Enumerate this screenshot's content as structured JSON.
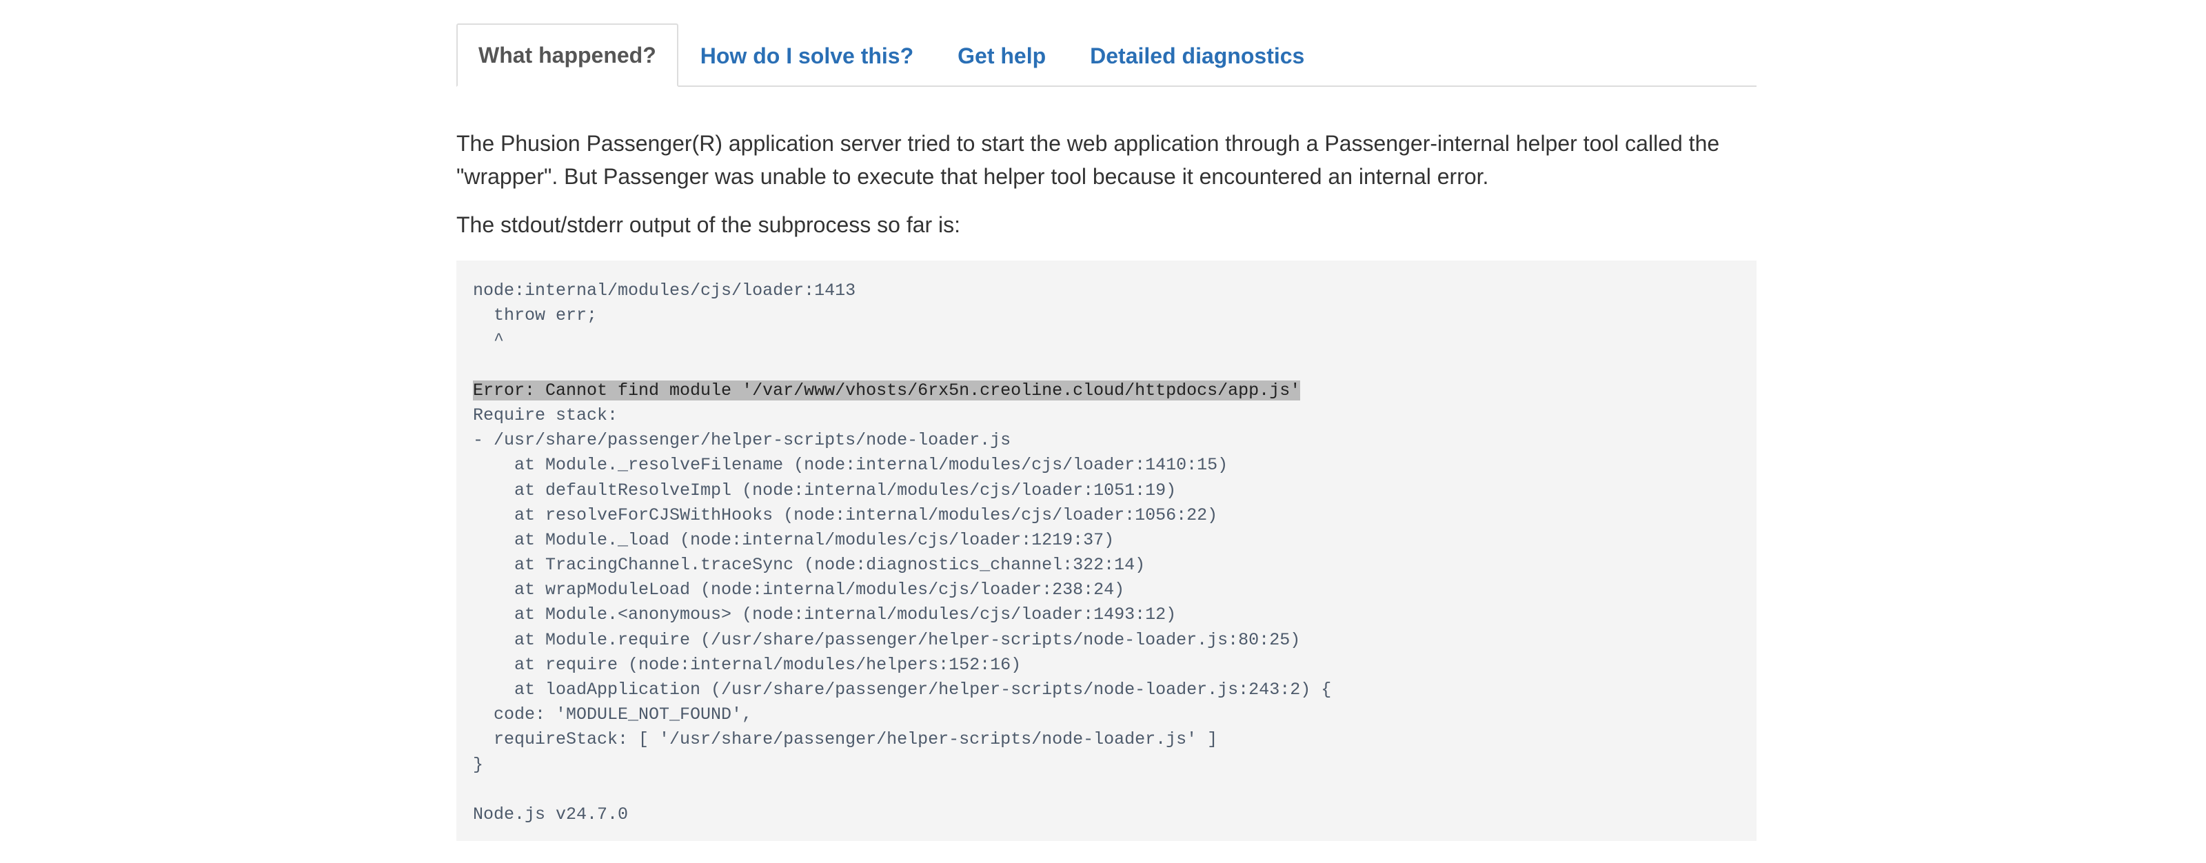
{
  "tabs": [
    {
      "label": "What happened?",
      "active": true
    },
    {
      "label": "How do I solve this?",
      "active": false
    },
    {
      "label": "Get help",
      "active": false
    },
    {
      "label": "Detailed diagnostics",
      "active": false
    }
  ],
  "content": {
    "intro": "The Phusion Passenger(R) application server tried to start the web application through a Passenger-internal helper tool called the \"wrapper\". But Passenger was unable to execute that helper tool because it encountered an internal error.",
    "subtitle": "The stdout/stderr output of the subprocess so far is:",
    "output_lines": [
      "node:internal/modules/cjs/loader:1413",
      "  throw err;",
      "  ^",
      "",
      "Error: Cannot find module '/var/www/vhosts/6rx5n.creoline.cloud/httpdocs/app.js'",
      "Require stack:",
      "- /usr/share/passenger/helper-scripts/node-loader.js",
      "    at Module._resolveFilename (node:internal/modules/cjs/loader:1410:15)",
      "    at defaultResolveImpl (node:internal/modules/cjs/loader:1051:19)",
      "    at resolveForCJSWithHooks (node:internal/modules/cjs/loader:1056:22)",
      "    at Module._load (node:internal/modules/cjs/loader:1219:37)",
      "    at TracingChannel.traceSync (node:diagnostics_channel:322:14)",
      "    at wrapModuleLoad (node:internal/modules/cjs/loader:238:24)",
      "    at Module.<anonymous> (node:internal/modules/cjs/loader:1493:12)",
      "    at Module.require (/usr/share/passenger/helper-scripts/node-loader.js:80:25)",
      "    at require (node:internal/modules/helpers:152:16)",
      "    at loadApplication (/usr/share/passenger/helper-scripts/node-loader.js:243:2) {",
      "  code: 'MODULE_NOT_FOUND',",
      "  requireStack: [ '/usr/share/passenger/helper-scripts/node-loader.js' ]",
      "}",
      "",
      "Node.js v24.7.0"
    ],
    "highlighted_line": 4
  },
  "colors": {
    "link": "#2a6fb5",
    "active_tab_text": "#555555",
    "output_background": "#f4f4f4",
    "highlight": "#bbbbbb"
  }
}
